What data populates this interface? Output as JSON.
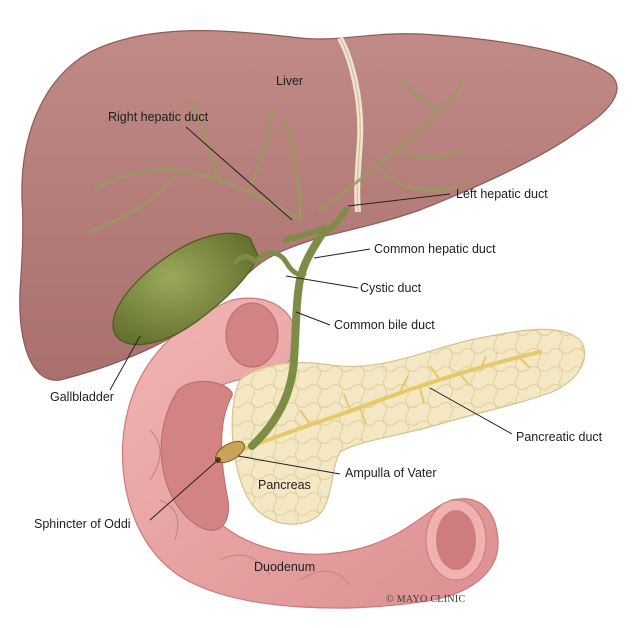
{
  "labels": {
    "liver": "Liver",
    "right_hepatic_duct": "Right hepatic duct",
    "left_hepatic_duct": "Left hepatic duct",
    "common_hepatic_duct": "Common hepatic duct",
    "cystic_duct": "Cystic duct",
    "common_bile_duct": "Common bile duct",
    "gallbladder": "Gallbladder",
    "pancreatic_duct": "Pancreatic duct",
    "ampulla_of_vater": "Ampulla of Vater",
    "pancreas": "Pancreas",
    "sphincter_of_oddi": "Sphincter of Oddi",
    "duodenum": "Duodenum"
  },
  "copyright": "© MAYO CLINIC",
  "colors": {
    "liver": "#b77a77",
    "liver_shadow": "#9c5f5d",
    "bile_duct": "#8a9a5b",
    "gallbladder": "#7a8a3c",
    "duodenum": "#e9a6a6",
    "duodenum_inner": "#d27f81",
    "pancreas": "#f2e6c2",
    "pancreatic_duct": "#e8d27a"
  }
}
